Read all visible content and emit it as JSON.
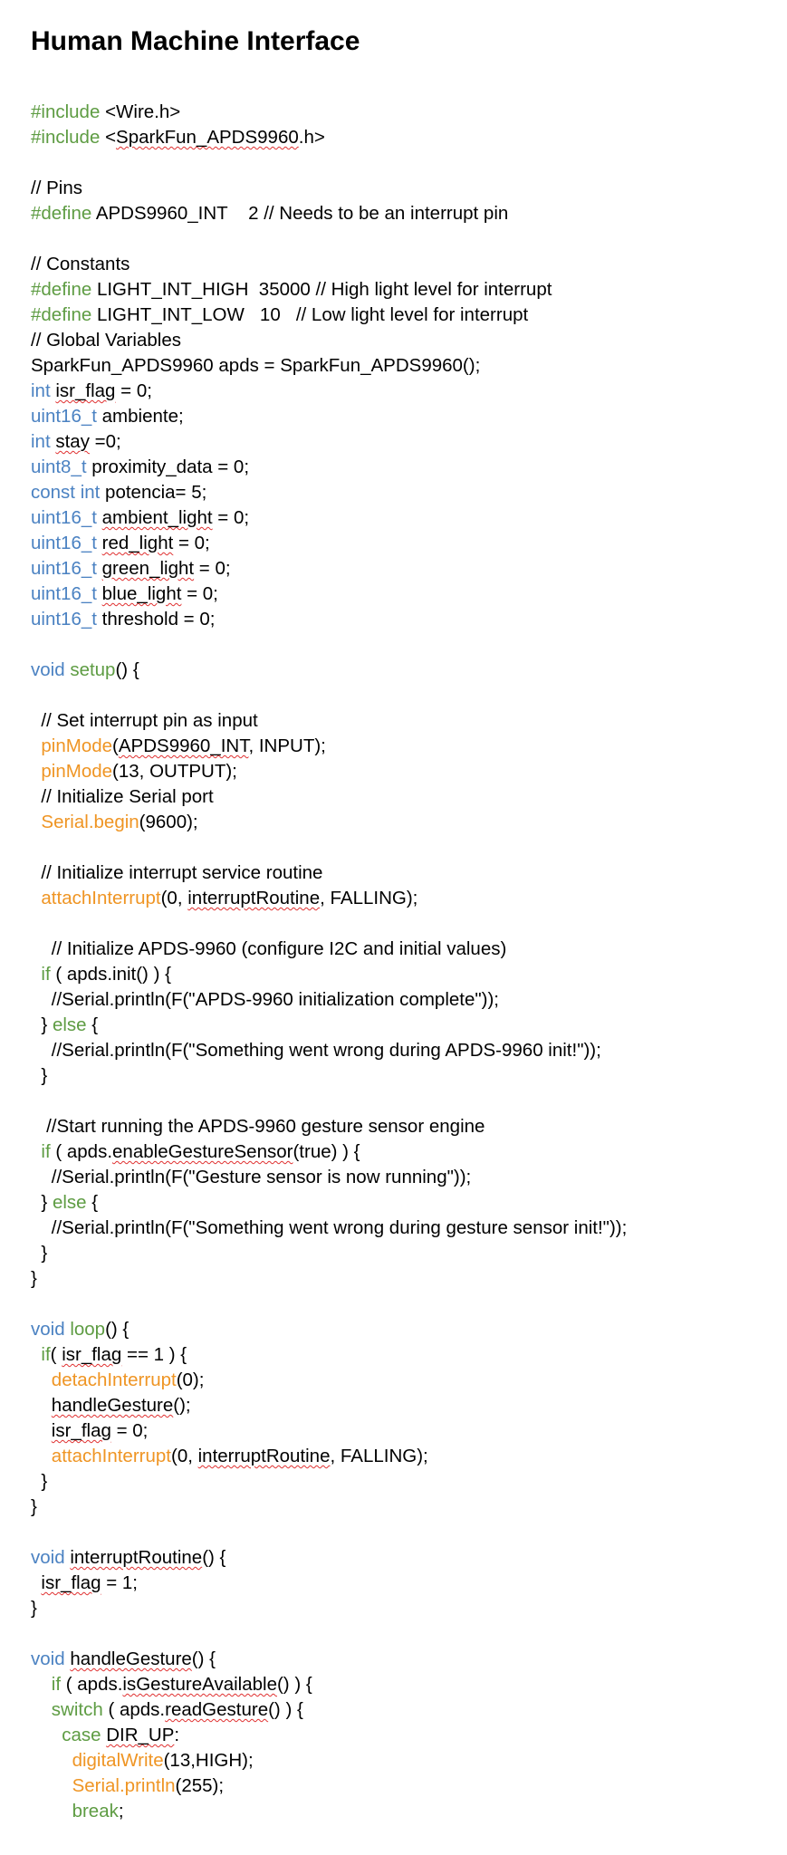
{
  "document": {
    "title": "Human Machine Interface",
    "code_lines": [
      [
        {
          "t": "#include",
          "c": "pp"
        },
        {
          "t": " <"
        },
        {
          "t": "SparkFun_APDS9960",
          "s": true
        },
        {
          "t": ".h>"
        }
      ],
      [],
      [
        {
          "t": "#include",
          "c": "pp"
        },
        {
          "t": " <Wire.h>"
        }
      ],
      [
        {
          "t": "#include",
          "c": "pp"
        },
        {
          "t": " <"
        },
        {
          "t": "SparkFun_APDS9960",
          "s": true
        },
        {
          "t": ".h>"
        }
      ],
      [],
      [
        {
          "t": "// Pins"
        }
      ],
      [
        {
          "t": "#define",
          "c": "pp"
        },
        {
          "t": " APDS9960_INT    2 // Needs to be an interrupt pin"
        }
      ],
      [],
      [
        {
          "t": "// Constants"
        }
      ],
      [
        {
          "t": "#define",
          "c": "pp"
        },
        {
          "t": " LIGHT_INT_HIGH  35000 // High light level for interrupt"
        }
      ],
      [
        {
          "t": "#define",
          "c": "pp"
        },
        {
          "t": " LIGHT_INT_LOW   10   // Low light level for interrupt"
        }
      ],
      [
        {
          "t": "// Global Variables"
        }
      ],
      [
        {
          "t": "SparkFun_APDS9960 apds = SparkFun_APDS9960();"
        }
      ],
      [
        {
          "t": "int",
          "c": "kw"
        },
        {
          "t": " "
        },
        {
          "t": "isr_flag",
          "s": true
        },
        {
          "t": " = 0;"
        }
      ],
      [
        {
          "t": "uint16_t",
          "c": "kw"
        },
        {
          "t": " ambiente;"
        }
      ],
      [
        {
          "t": "int",
          "c": "kw"
        },
        {
          "t": " "
        },
        {
          "t": "stay",
          "s": true
        },
        {
          "t": " =0;"
        }
      ],
      [
        {
          "t": "uint8_t",
          "c": "kw"
        },
        {
          "t": " proximity_data = 0;"
        }
      ],
      [
        {
          "t": "const int",
          "c": "kw"
        },
        {
          "t": " potencia= 5;"
        }
      ],
      [
        {
          "t": "uint16_t",
          "c": "kw"
        },
        {
          "t": " "
        },
        {
          "t": "ambient_light",
          "s": true
        },
        {
          "t": " = 0;"
        }
      ],
      [
        {
          "t": "uint16_t",
          "c": "kw"
        },
        {
          "t": " "
        },
        {
          "t": "red_light",
          "s": true
        },
        {
          "t": " = 0;"
        }
      ],
      [
        {
          "t": "uint16_t",
          "c": "kw"
        },
        {
          "t": " "
        },
        {
          "t": "green_light",
          "s": true
        },
        {
          "t": " = 0;"
        }
      ],
      [
        {
          "t": "uint16_t",
          "c": "kw"
        },
        {
          "t": " "
        },
        {
          "t": "blue_light",
          "s": true
        },
        {
          "t": " = 0;"
        }
      ],
      [
        {
          "t": "uint16_t",
          "c": "kw"
        },
        {
          "t": " threshold = 0;"
        }
      ],
      [],
      [
        {
          "t": "void",
          "c": "kw"
        },
        {
          "t": " "
        },
        {
          "t": "setup",
          "c": "pp"
        },
        {
          "t": "() {"
        }
      ],
      [],
      [
        {
          "t": "  // Set interrupt pin as input"
        }
      ],
      [
        {
          "t": "  "
        },
        {
          "t": "pinMode",
          "c": "fn"
        },
        {
          "t": "("
        },
        {
          "t": "APDS9960_INT",
          "s": true
        },
        {
          "t": ", INPUT);"
        }
      ],
      [
        {
          "t": "  "
        },
        {
          "t": "pinMode",
          "c": "fn"
        },
        {
          "t": "(13, OUTPUT);"
        }
      ],
      [
        {
          "t": "  // Initialize Serial port"
        }
      ],
      [
        {
          "t": "  "
        },
        {
          "t": "Serial.begin",
          "c": "fn"
        },
        {
          "t": "(9600);"
        }
      ],
      [],
      [
        {
          "t": "  // Initialize interrupt service routine"
        }
      ],
      [
        {
          "t": "  "
        },
        {
          "t": "attachInterrupt",
          "c": "fn"
        },
        {
          "t": "(0, "
        },
        {
          "t": "interruptRoutine",
          "s": true
        },
        {
          "t": ", FALLING);"
        }
      ],
      [],
      [
        {
          "t": "    // Initialize APDS-9960 (configure I2C and initial values)"
        }
      ],
      [
        {
          "t": "  "
        },
        {
          "t": "if",
          "c": "pp"
        },
        {
          "t": " ( apds.init() ) {"
        }
      ],
      [
        {
          "t": "    //Serial.println(F(\"APDS-9960 initialization complete\"));"
        }
      ],
      [
        {
          "t": "  } "
        },
        {
          "t": "else",
          "c": "pp"
        },
        {
          "t": " {"
        }
      ],
      [
        {
          "t": "    //Serial.println(F(\"Something went wrong during APDS-9960 init!\"));"
        }
      ],
      [
        {
          "t": "  }"
        }
      ],
      [],
      [
        {
          "t": "   //Start running the APDS-9960 gesture sensor engine"
        }
      ],
      [
        {
          "t": "  "
        },
        {
          "t": "if",
          "c": "pp"
        },
        {
          "t": " ( apds."
        },
        {
          "t": "enableGestureSensor",
          "s": true
        },
        {
          "t": "(true) ) {"
        }
      ],
      [
        {
          "t": "    //Serial.println(F(\"Gesture sensor is now running\"));"
        }
      ],
      [
        {
          "t": "  } "
        },
        {
          "t": "else",
          "c": "pp"
        },
        {
          "t": " {"
        }
      ],
      [
        {
          "t": "    //Serial.println(F(\"Something went wrong during gesture sensor init!\"));"
        }
      ],
      [
        {
          "t": "  }"
        }
      ],
      [
        {
          "t": "}"
        }
      ],
      [],
      [
        {
          "t": "void",
          "c": "kw"
        },
        {
          "t": " "
        },
        {
          "t": "loop",
          "c": "pp"
        },
        {
          "t": "() {"
        }
      ],
      [
        {
          "t": "  "
        },
        {
          "t": "if",
          "c": "pp"
        },
        {
          "t": "( "
        },
        {
          "t": "isr_flag",
          "s": true
        },
        {
          "t": " == 1 ) {"
        }
      ],
      [
        {
          "t": "    "
        },
        {
          "t": "detachInterrupt",
          "c": "fn"
        },
        {
          "t": "(0);"
        }
      ],
      [
        {
          "t": "    "
        },
        {
          "t": "handleGesture",
          "s": true
        },
        {
          "t": "();"
        }
      ],
      [
        {
          "t": "    "
        },
        {
          "t": "isr_flag",
          "s": true
        },
        {
          "t": " = 0;"
        }
      ],
      [
        {
          "t": "    "
        },
        {
          "t": "attachInterrupt",
          "c": "fn"
        },
        {
          "t": "(0, "
        },
        {
          "t": "interruptRoutine",
          "s": true
        },
        {
          "t": ", FALLING);"
        }
      ],
      [
        {
          "t": "  }"
        }
      ],
      [
        {
          "t": "}"
        }
      ],
      [],
      [
        {
          "t": "void",
          "c": "kw"
        },
        {
          "t": " "
        },
        {
          "t": "interruptRoutine",
          "s": true
        },
        {
          "t": "() {"
        }
      ],
      [
        {
          "t": "  "
        },
        {
          "t": "isr_flag",
          "s": true
        },
        {
          "t": " = 1;"
        }
      ],
      [
        {
          "t": "}"
        }
      ],
      [],
      [
        {
          "t": "void",
          "c": "kw"
        },
        {
          "t": " "
        },
        {
          "t": "handleGesture",
          "s": true
        },
        {
          "t": "() {"
        }
      ],
      [
        {
          "t": "    "
        },
        {
          "t": "if",
          "c": "pp"
        },
        {
          "t": " ( apds."
        },
        {
          "t": "isGestureAvailable",
          "s": true
        },
        {
          "t": "() ) {"
        }
      ],
      [
        {
          "t": "    "
        },
        {
          "t": "switch",
          "c": "pp"
        },
        {
          "t": " ( apds."
        },
        {
          "t": "readGesture",
          "s": true
        },
        {
          "t": "() ) {"
        }
      ],
      [
        {
          "t": "      "
        },
        {
          "t": "case",
          "c": "pp"
        },
        {
          "t": " "
        },
        {
          "t": "DIR_UP",
          "s": true
        },
        {
          "t": ":"
        }
      ],
      [
        {
          "t": "        "
        },
        {
          "t": "digitalWrite",
          "c": "fn"
        },
        {
          "t": "(13,HIGH);"
        }
      ],
      [
        {
          "t": "        "
        },
        {
          "t": "Serial.println",
          "c": "fn"
        },
        {
          "t": "(255);"
        }
      ],
      [
        {
          "t": "        "
        },
        {
          "t": "break",
          "c": "pp"
        },
        {
          "t": ";"
        }
      ]
    ]
  },
  "colors": {
    "keyword": "#4b82c2",
    "preprocessor_and_control": "#5e9c43",
    "function_call": "#ef9524",
    "spellcheck_underline": "#e03030"
  }
}
